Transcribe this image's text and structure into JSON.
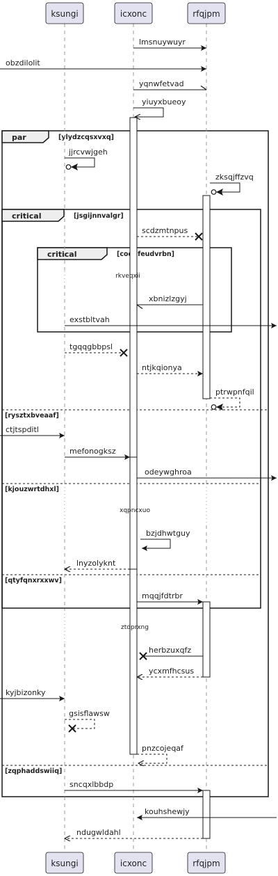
{
  "participants": [
    {
      "id": "ksungi",
      "label": "ksungi"
    },
    {
      "id": "icxonc",
      "label": "icxonc"
    },
    {
      "id": "rfqjpm",
      "label": "rfqjpm"
    }
  ],
  "messages": [
    {
      "id": "m1",
      "label": "lmsnuywuyr",
      "from": "icxonc",
      "to": "rfqjpm",
      "style": "solid",
      "head": "filled"
    },
    {
      "id": "m2",
      "label": "obzdilolit",
      "from": "left-edge",
      "to": "rfqjpm",
      "style": "solid",
      "head": "filled"
    },
    {
      "id": "m3",
      "label": "yqnwfetvad",
      "from": "icxonc",
      "to": "rfqjpm",
      "style": "solid",
      "head": "half"
    },
    {
      "id": "m4",
      "label": "yiuyxbueoy",
      "from": "icxonc",
      "to": "icxonc",
      "style": "solid",
      "head": "open"
    },
    {
      "id": "m5",
      "label": "jjrcvwjgeh",
      "from": "ksungi",
      "to": "ksungi",
      "style": "solid",
      "head": "circle"
    },
    {
      "id": "m6",
      "label": "zksqjffzvq",
      "from": "rfqjpm",
      "to": "rfqjpm",
      "style": "solid",
      "head": "circle"
    },
    {
      "id": "m7",
      "label": "scdzmtnpus",
      "from": "icxonc",
      "to": "rfqjpm",
      "style": "dashed",
      "head": "cross"
    },
    {
      "id": "m8",
      "label": "xbnizlzgyj",
      "from": "rfqjpm",
      "to": "icxonc",
      "style": "solid",
      "head": "half"
    },
    {
      "id": "m9",
      "label": "exstbltvah",
      "from": "ksungi",
      "to": "right-edge",
      "style": "solid",
      "head": "filled"
    },
    {
      "id": "m10",
      "label": "tgqqgbbpsl",
      "from": "ksungi",
      "to": "icxonc",
      "style": "dashed",
      "head": "cross"
    },
    {
      "id": "m11",
      "label": "ntjkqionya",
      "from": "icxonc",
      "to": "rfqjpm",
      "style": "dashed",
      "head": "filled"
    },
    {
      "id": "m12",
      "label": "ptrwpnfqil",
      "from": "rfqjpm",
      "to": "rfqjpm",
      "style": "dashed",
      "head": "circle"
    },
    {
      "id": "m13",
      "label": "ctjtspditl",
      "from": "left-edge",
      "to": "ksungi",
      "style": "solid",
      "head": "filled"
    },
    {
      "id": "m14",
      "label": "mefonogksz",
      "from": "ksungi",
      "to": "icxonc",
      "style": "solid",
      "head": "filled"
    },
    {
      "id": "m15",
      "label": "odeywghroa",
      "from": "icxonc",
      "to": "right-edge",
      "style": "solid",
      "head": "filled"
    },
    {
      "id": "m16",
      "label": "bzjdhwtguy",
      "from": "icxonc",
      "to": "icxonc",
      "style": "solid",
      "head": "filled"
    },
    {
      "id": "m17",
      "label": "lnyzolyknt",
      "from": "icxonc",
      "to": "ksungi",
      "style": "dashed",
      "head": "open"
    },
    {
      "id": "m18",
      "label": "mqqjfdtrbr",
      "from": "icxonc",
      "to": "rfqjpm",
      "style": "solid",
      "head": "filled"
    },
    {
      "id": "m19",
      "label": "herbzuxqfz",
      "from": "rfqjpm",
      "to": "icxonc",
      "style": "solid",
      "head": "cross"
    },
    {
      "id": "m20",
      "label": "ycxmfhcsus",
      "from": "rfqjpm",
      "to": "icxonc",
      "style": "dashed",
      "head": "open"
    },
    {
      "id": "m21",
      "label": "kyjbizonky",
      "from": "left-edge",
      "to": "ksungi",
      "style": "solid",
      "head": "filled"
    },
    {
      "id": "m22",
      "label": "gsisflawsw",
      "from": "ksungi",
      "to": "ksungi",
      "style": "dashed",
      "head": "cross"
    },
    {
      "id": "m23",
      "label": "pnzcojeqaf",
      "from": "icxonc",
      "to": "icxonc",
      "style": "dashed",
      "head": "open"
    },
    {
      "id": "m24",
      "label": "sncqxlbbdp",
      "from": "ksungi",
      "to": "rfqjpm",
      "style": "solid",
      "head": "filled"
    },
    {
      "id": "m25",
      "label": "kouhshewjy",
      "from": "right-edge",
      "to": "icxonc",
      "style": "solid",
      "head": "filled"
    },
    {
      "id": "m26",
      "label": "ndugwldahl",
      "from": "rfqjpm",
      "to": "ksungi",
      "style": "dashed",
      "head": "open"
    }
  ],
  "delays": [
    {
      "id": "d1",
      "label": "rkveqxii"
    },
    {
      "id": "d2",
      "label": "xqpncxuo"
    },
    {
      "id": "d3",
      "label": "ztdprxng"
    }
  ],
  "fragments": [
    {
      "id": "f1",
      "keyword": "par",
      "guard": "[ylydzcqsxvxq]",
      "sections": [
        "[rysztxbveaaf]",
        "[zqphaddswiiq]"
      ]
    },
    {
      "id": "f2",
      "keyword": "critical",
      "guard": "[jsgijnnvalgr]",
      "sections": [
        "[kjouzwrtdhxl]",
        "[qtyfqnxrxxwv]"
      ]
    },
    {
      "id": "f3",
      "keyword": "critical",
      "guard": "[codnfeudvrbn]",
      "sections": []
    }
  ],
  "colors": {
    "line": "#181818",
    "participant_fill": "#e2e2f0",
    "activation_fill": "#ffffff",
    "frame_bg": "#eeeeee",
    "text": "#222222"
  }
}
